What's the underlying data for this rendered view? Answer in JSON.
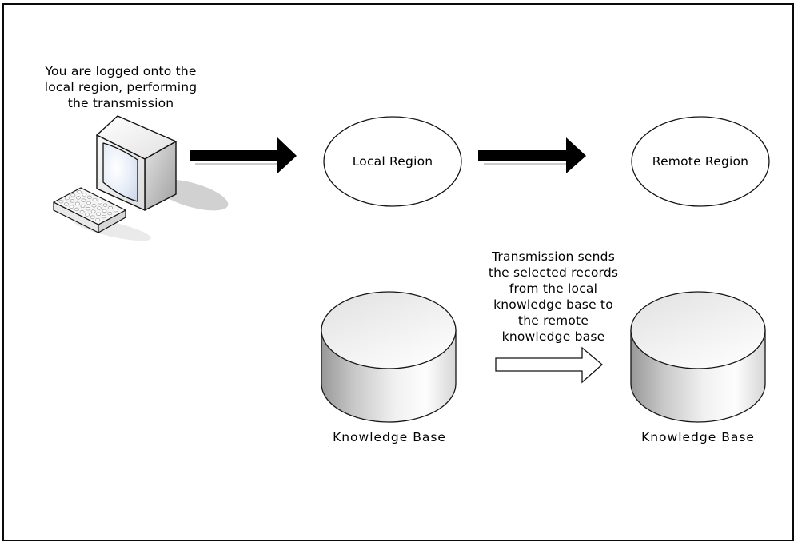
{
  "diagram": {
    "annotations": {
      "logged_on_note": "You are logged onto the\nlocal region, performing\nthe transmission",
      "transmission_note": "Transmission sends\nthe selected records\nfrom the local\nknowledge base to\nthe remote\nknowledge base"
    },
    "nodes": {
      "local_region": {
        "label": "Local Region",
        "shape": "ellipse"
      },
      "remote_region": {
        "label": "Remote Region",
        "shape": "ellipse"
      },
      "local_knowledge_base": {
        "label": "Knowledge Base",
        "shape": "cylinder"
      },
      "remote_knowledge_base": {
        "label": "Knowledge Base",
        "shape": "cylinder"
      }
    },
    "connectors": [
      {
        "name": "computer-to-local-region",
        "style": "solid-black-arrow",
        "direction": "right"
      },
      {
        "name": "local-region-to-remote-region",
        "style": "solid-black-arrow",
        "direction": "right"
      },
      {
        "name": "local-kb-to-remote-kb",
        "style": "white-outline-arrow",
        "direction": "right"
      }
    ],
    "icons": {
      "computer": "desktop-monitor-with-keyboard"
    },
    "colors": {
      "background": "#ffffff",
      "outline": "#000000",
      "arrow_fill": "#000000",
      "node_fill": "#ffffff",
      "screen_tint": "#d9e1ee",
      "shadow": "#c9c9c9",
      "cylinder_shade_dark": "#9c9c9c",
      "cylinder_shade_light": "#fcfcfc"
    }
  }
}
